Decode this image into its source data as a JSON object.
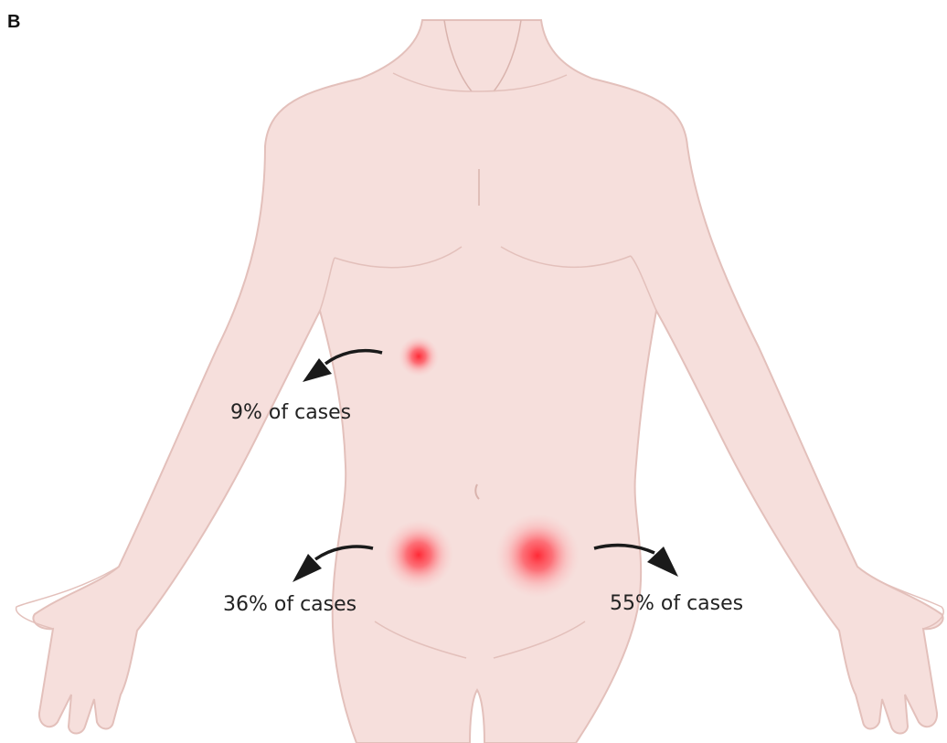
{
  "panel_label": "B",
  "colors": {
    "skin": "#f6dfdc",
    "skin_outline": "#e3c0bb",
    "skin_line": "#d9b3ad",
    "pain": "#ff3b46",
    "arrow": "#1a1a1a",
    "text": "#222222"
  },
  "pain_sites": [
    {
      "id": "upper-right-abdomen",
      "label": "9% of cases",
      "percent": 9
    },
    {
      "id": "lower-right-abdomen",
      "label": "36% of cases",
      "percent": 36
    },
    {
      "id": "lower-left-abdomen",
      "label": "55% of cases",
      "percent": 55
    }
  ]
}
